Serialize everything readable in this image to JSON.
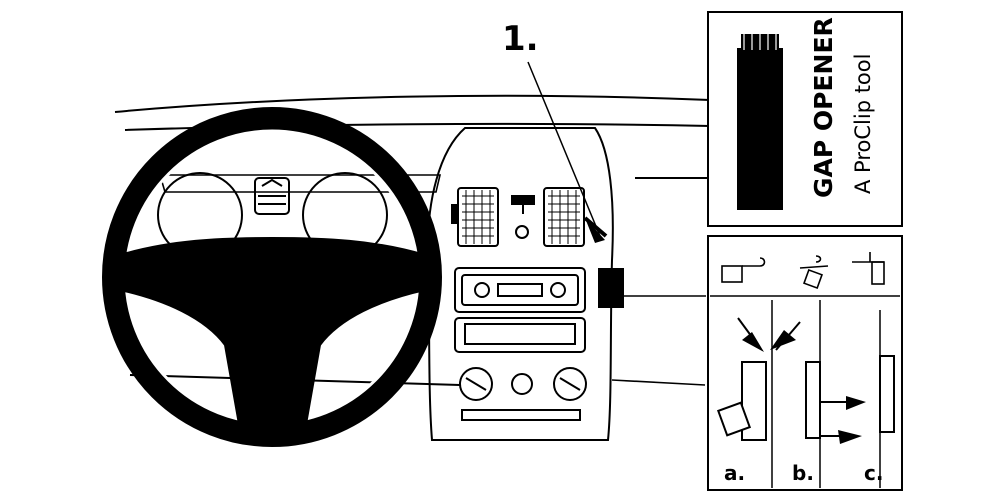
{
  "callout_number": "1.",
  "gap_opener": {
    "title": "GAP OPENER",
    "subtitle": "A ProClip tool"
  },
  "steps": [
    {
      "label": "a."
    },
    {
      "label": "b."
    },
    {
      "label": "c."
    }
  ],
  "colors": {
    "ink": "#000000",
    "paper": "#ffffff"
  }
}
